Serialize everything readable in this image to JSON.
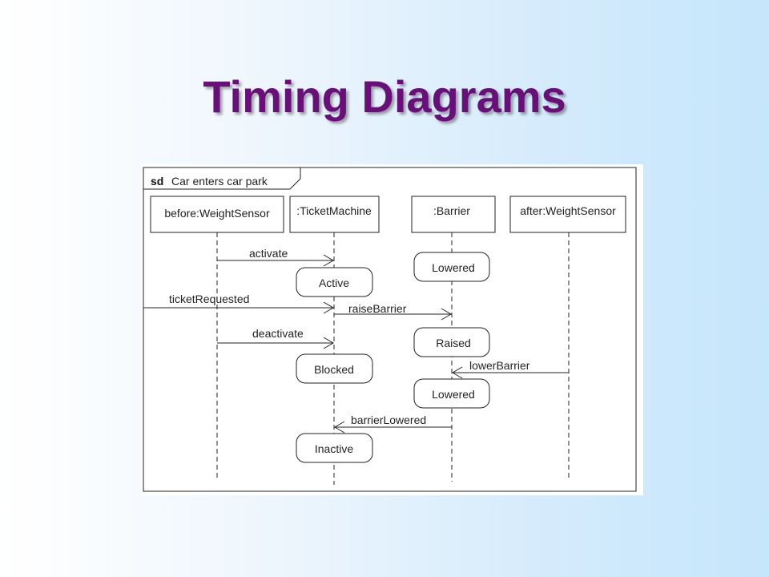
{
  "slide": {
    "title": "Timing Diagrams"
  },
  "frame": {
    "keyword": "sd",
    "name": "Car enters car park"
  },
  "lifelines": {
    "weight_before": "before:WeightSensor",
    "ticket_machine": ":TicketMachine",
    "barrier": ":Barrier",
    "weight_after": "after:WeightSensor"
  },
  "messages": {
    "activate": "activate",
    "ticket_requested": "ticketRequested",
    "raise_barrier": "raiseBarrier",
    "deactivate": "deactivate",
    "lower_barrier": "lowerBarrier",
    "barrier_lowered": "barrierLowered"
  },
  "states": {
    "active": "Active",
    "blocked": "Blocked",
    "inactive": "Inactive",
    "lowered_1": "Lowered",
    "raised": "Raised",
    "lowered_2": "Lowered"
  }
}
